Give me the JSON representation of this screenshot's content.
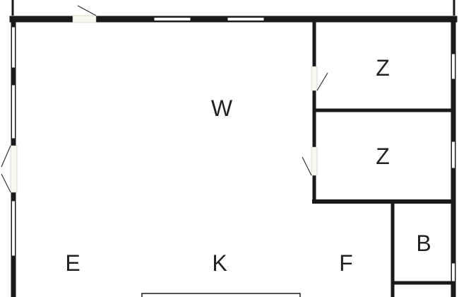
{
  "floor_plan": {
    "colors": {
      "wall": "#1a1a1a",
      "window": "#ffffff",
      "door_leaf": "#f7f9ee",
      "door_swing": "#333333",
      "background": "#ffffff"
    },
    "rooms": [
      {
        "id": "living",
        "label": "W"
      },
      {
        "id": "bedroom-1",
        "label": "Z"
      },
      {
        "id": "bedroom-2",
        "label": "Z"
      },
      {
        "id": "dining",
        "label": "E"
      },
      {
        "id": "kitchen",
        "label": "K"
      },
      {
        "id": "hallway",
        "label": "F"
      },
      {
        "id": "bathroom",
        "label": "B"
      }
    ]
  }
}
